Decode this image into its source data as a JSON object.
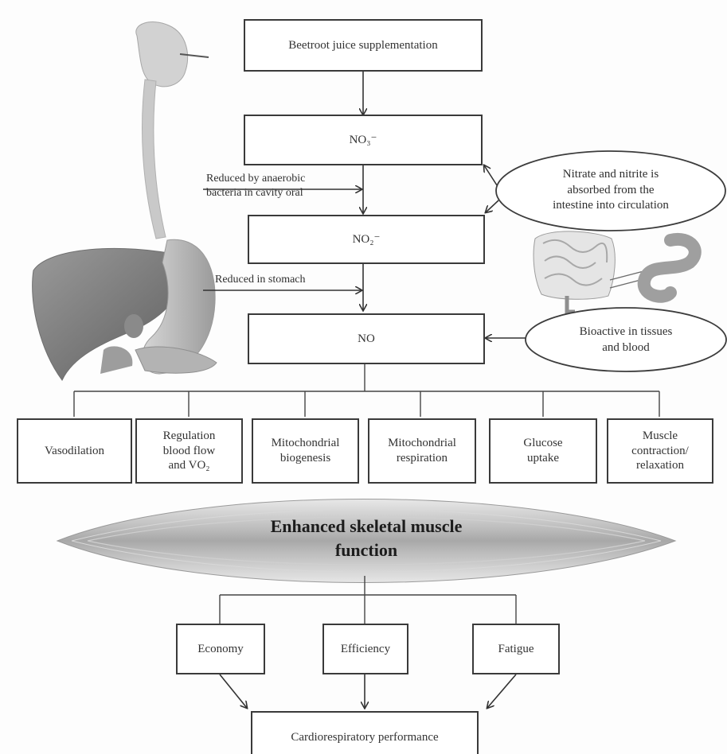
{
  "boxes": {
    "beetroot": "Beetroot juice supplementation",
    "no3": "NO₃⁻",
    "no2": "NO₂⁻",
    "no": "NO",
    "vasodilation": "Vasodilation",
    "regulation": "Regulation\nblood flow\nand VO₂",
    "mito_biogenesis": "Mitochondrial\nbiogenesis",
    "mito_respiration": "Mitochondrial\nrespiration",
    "glucose": "Glucose\nuptake",
    "muscle_contraction": "Muscle\ncontraction/\nrelaxation",
    "economy": "Economy",
    "efficiency": "Efficiency",
    "fatigue": "Fatigue",
    "cardio": "Cardiorespiratory performance"
  },
  "labels": {
    "oral": "Reduced by anaerobic\nbacteria in cavity oral",
    "stomach": "Reduced in stomach"
  },
  "ellipses": {
    "absorbed": "Nitrate and nitrite is\nabsorbed from the\nintestine into circulation",
    "bioactive": "Bioactive in tissues\nand blood"
  },
  "muscle_title": "Enhanced skeletal muscle\nfunction"
}
